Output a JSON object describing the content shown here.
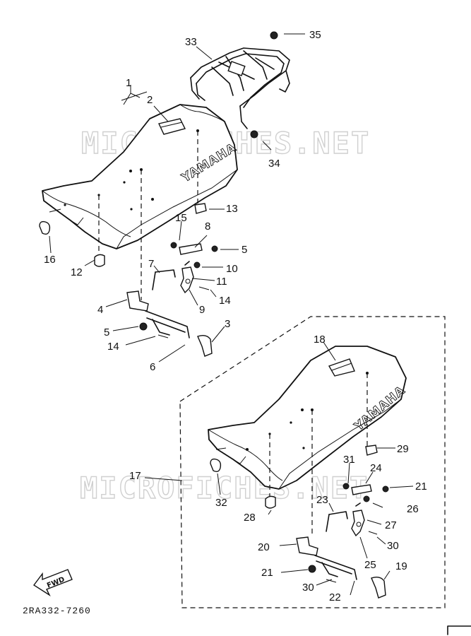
{
  "watermark": "MICROFICHES.NET",
  "document_code": "2RA332-7260",
  "brand_text": "YAMAHA",
  "direction_label": "FWD",
  "callouts": [
    "1",
    "2",
    "3",
    "4",
    "5",
    "5",
    "6",
    "7",
    "8",
    "9",
    "10",
    "11",
    "12",
    "13",
    "14",
    "14",
    "15",
    "16",
    "17",
    "18",
    "19",
    "20",
    "21",
    "21",
    "22",
    "23",
    "24",
    "25",
    "26",
    "27",
    "28",
    "29",
    "30",
    "30",
    "31",
    "32",
    "33",
    "34",
    "35"
  ]
}
